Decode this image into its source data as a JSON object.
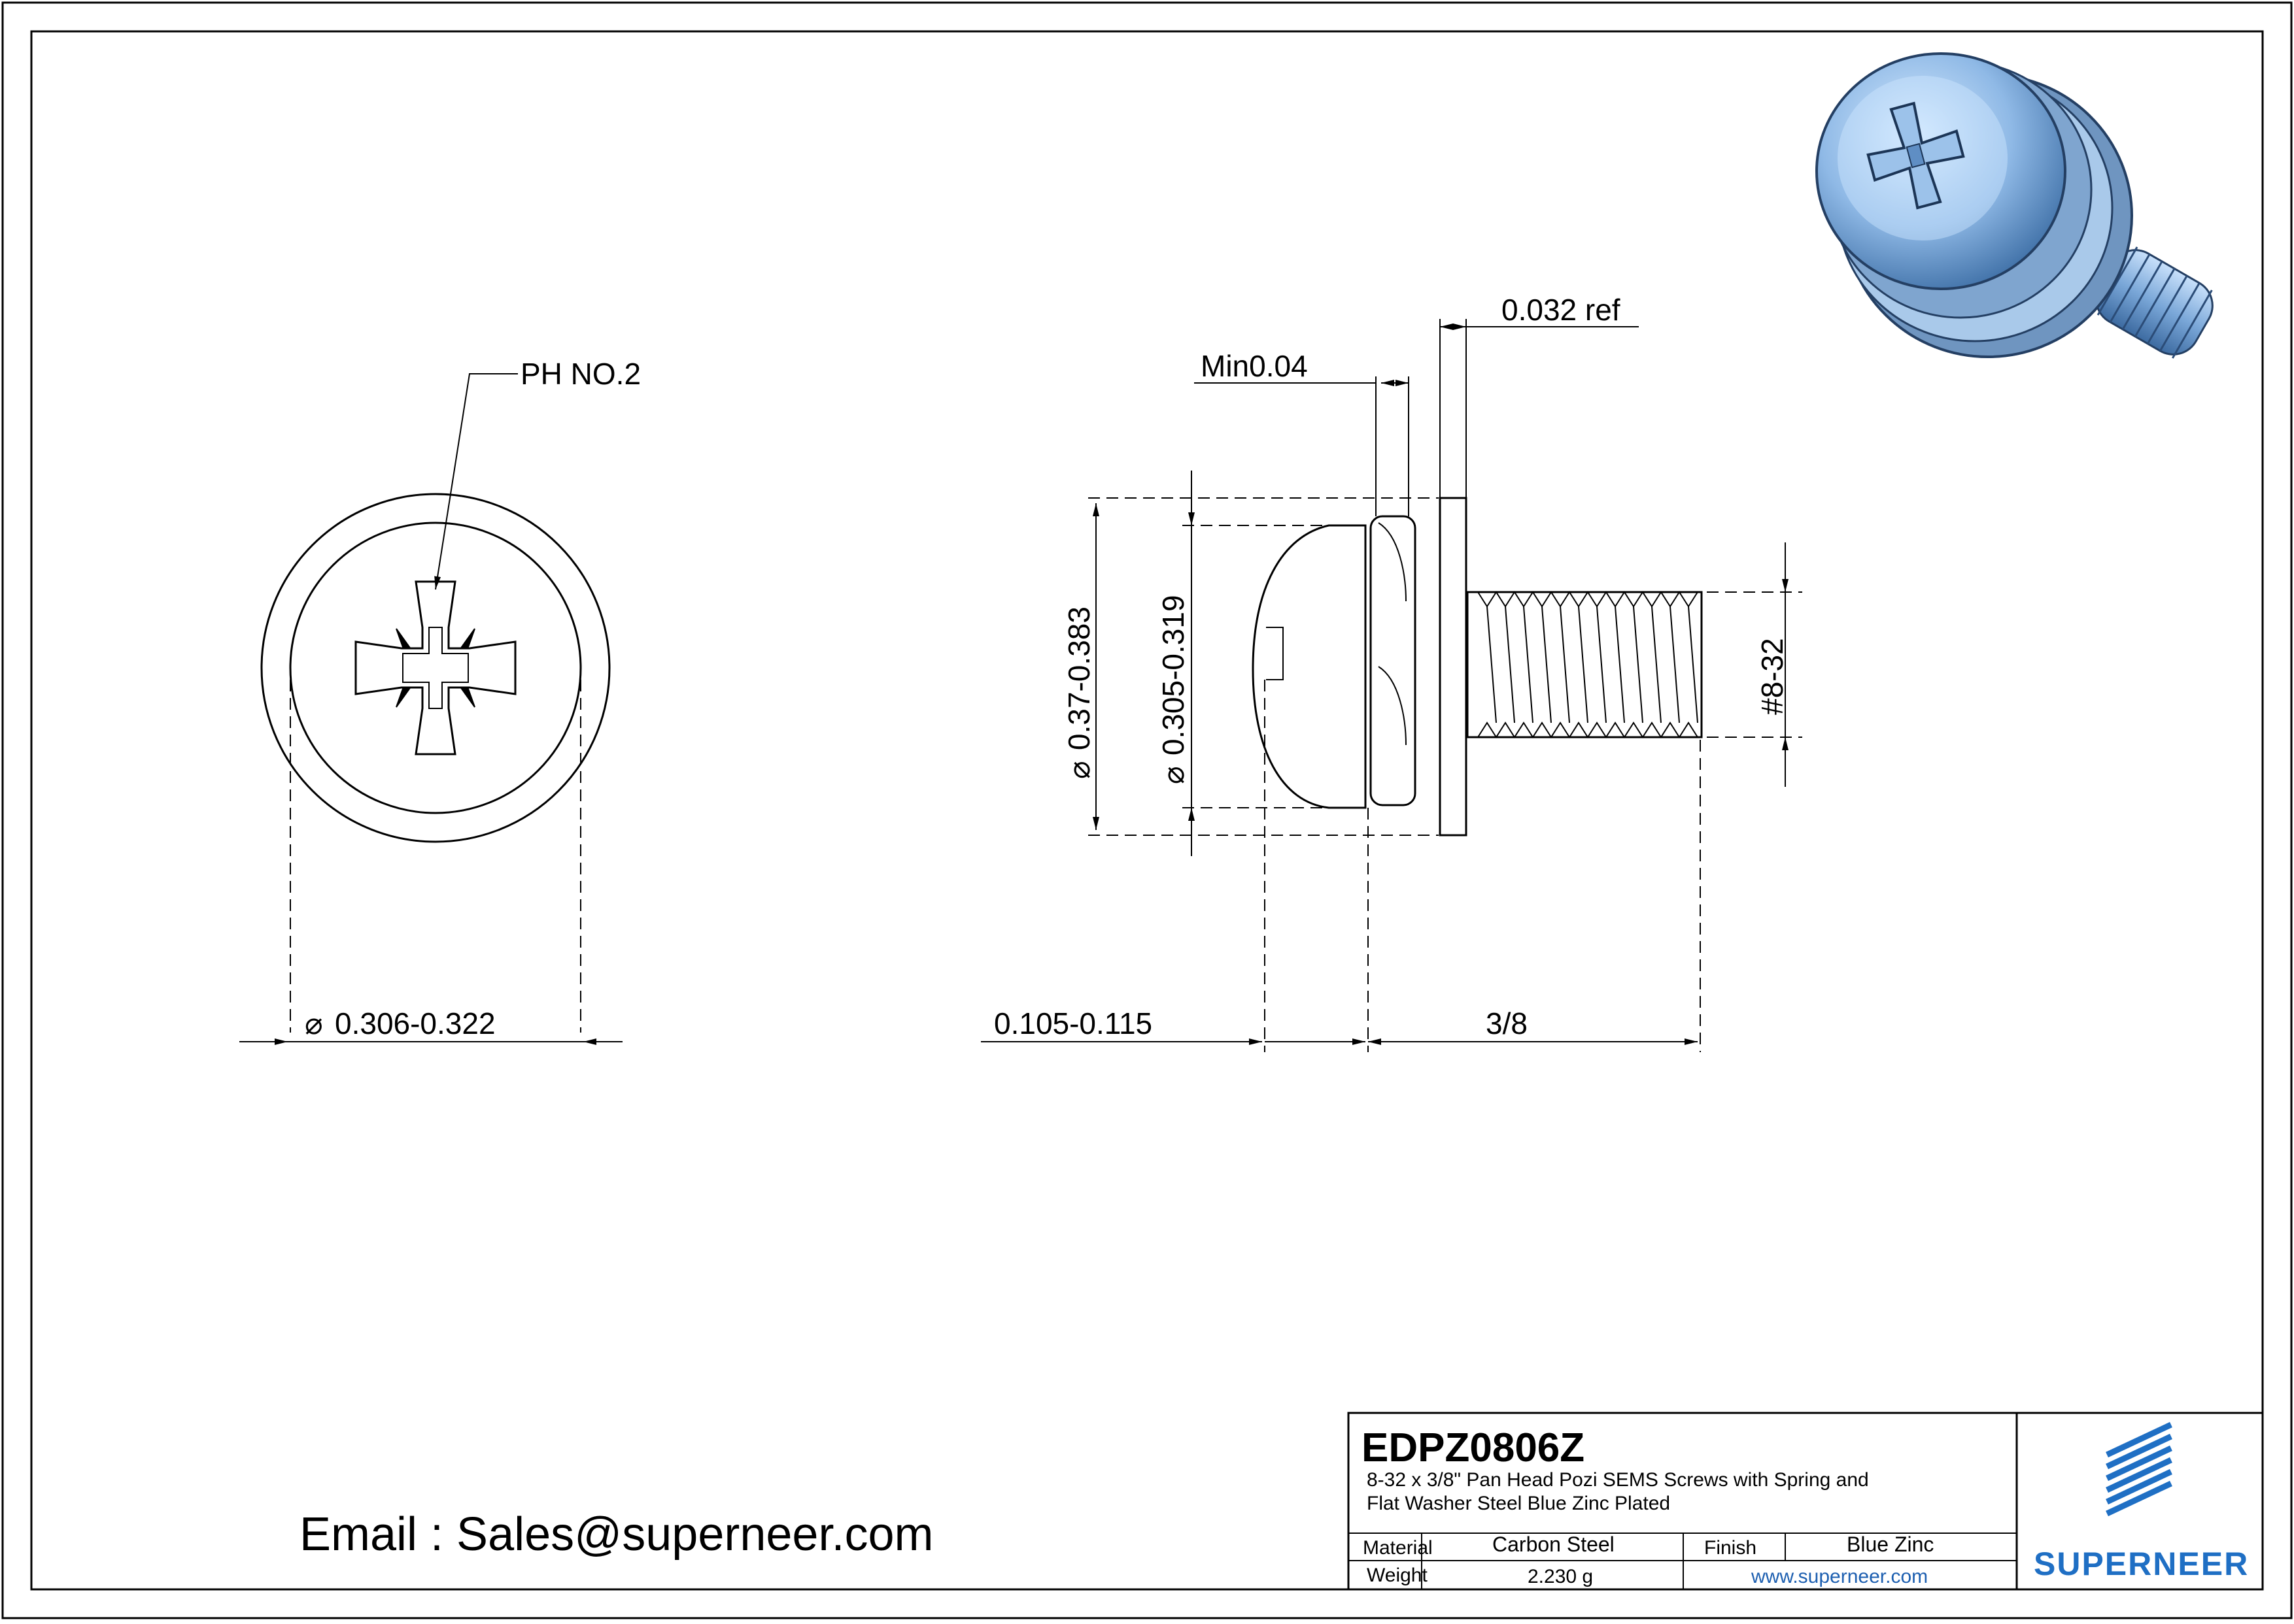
{
  "drawing": {
    "callout_drive": "PH NO.2",
    "dim_head_dia_front": "0.306-0.322",
    "dim_head_height": "0.105-0.115",
    "dim_length": "3/8",
    "dim_min_gap": "Min0.04",
    "dim_washer_thickness": "0.032 ref",
    "dim_washer_dia": "0.37-0.383",
    "dim_head_dia_side": "0.305-0.319",
    "dim_thread": "#8-32",
    "diameter_symbol": "⌀"
  },
  "contact": {
    "email_line": "Email : Sales@superneer.com"
  },
  "title_block": {
    "part_number": "EDPZ0806Z",
    "description_line1": "8-32 x 3/8\" Pan Head Pozi SEMS Screws with Spring and",
    "description_line2": "Flat Washer Steel Blue Zinc Plated",
    "material_label": "Material",
    "material_value": "Carbon Steel",
    "finish_label": "Finish",
    "finish_value": "Blue Zinc",
    "weight_label": "Weight",
    "weight_value": "2.230 g",
    "website": "www.superneer.com",
    "brand": "SUPERNEER"
  },
  "colors": {
    "line": "#000000",
    "brand_blue": "#1f6fc4",
    "link_blue": "#1d5fb0",
    "render_blue": "#8fb9e6"
  }
}
